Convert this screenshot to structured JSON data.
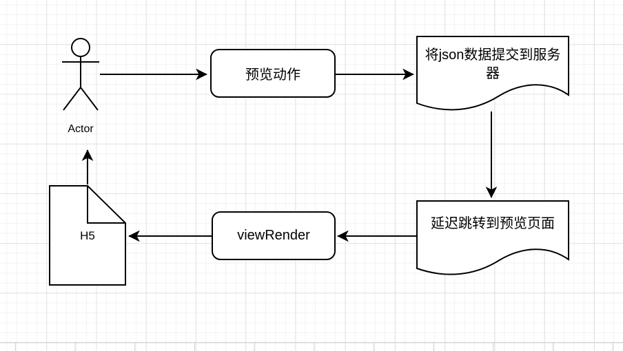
{
  "diagram": {
    "title": "preview-flow-diagram",
    "actor": {
      "label": "Actor"
    },
    "nodes": {
      "preview_action": {
        "label": "预览动作",
        "shape": "rounded-rectangle"
      },
      "submit_json": {
        "label": "将json数据提交到服务器",
        "shape": "document"
      },
      "delay_redirect": {
        "label": "延迟跳转到预览页面",
        "shape": "document"
      },
      "view_render": {
        "label": "viewRender",
        "shape": "rounded-rectangle"
      },
      "h5": {
        "label": "H5",
        "shape": "note"
      }
    },
    "edges": [
      {
        "from": "actor",
        "to": "preview_action"
      },
      {
        "from": "preview_action",
        "to": "submit_json"
      },
      {
        "from": "submit_json",
        "to": "delay_redirect"
      },
      {
        "from": "delay_redirect",
        "to": "view_render"
      },
      {
        "from": "view_render",
        "to": "h5"
      },
      {
        "from": "h5",
        "to": "actor"
      }
    ],
    "colors": {
      "stroke": "#000000",
      "fill": "#ffffff",
      "text": "#000000",
      "grid_minor": "#f2f2f2",
      "grid_major": "#e3e3e3",
      "page_edge": "#d5d5d5"
    }
  }
}
